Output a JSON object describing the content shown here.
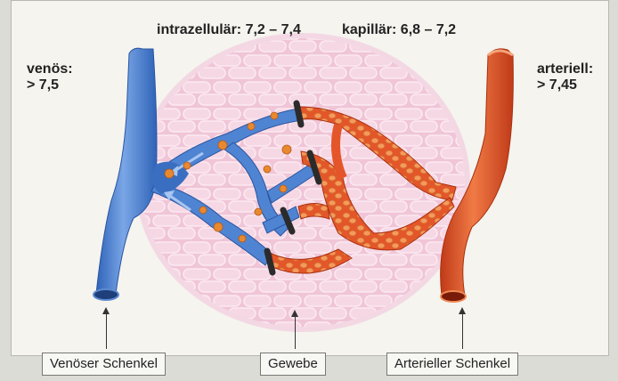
{
  "labels": {
    "intrazellular": "intrazellulär: 7,2 – 7,4",
    "kapillar": "kapillär: 6,8 – 7,2",
    "venoes_title": "venös:",
    "venoes_value": "> 7,5",
    "arteriell_title": "arteriell:",
    "arteriell_value": "> 7,45"
  },
  "boxes": {
    "venoeser_schenkel": "Venöser Schenkel",
    "gewebe": "Gewebe",
    "arterieller_schenkel": "Arterieller Schenkel"
  },
  "colors": {
    "vein": "#3d74c8",
    "vein_light": "#6f9de0",
    "artery": "#d84a22",
    "artery_light": "#f08a55",
    "tissue": "#f1c6d8",
    "tissue_cell_edge": "#f8e2ec",
    "blocker": "#2b2b2b"
  }
}
